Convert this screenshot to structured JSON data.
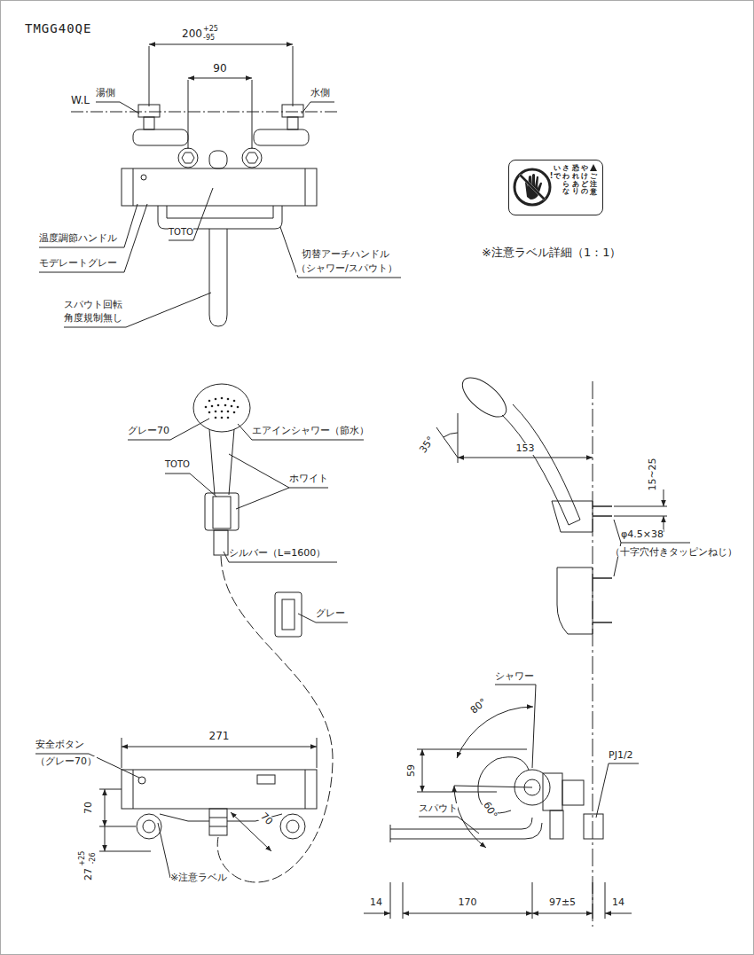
{
  "diagram": {
    "title": "TMGG40QE",
    "nodes": [
      {
        "text": [
          "ご注意",
          "やけどの恐れありさわらないで!"
        ]
      }
    ],
    "labels": [
      "200",
      "+25",
      "-95",
      "90",
      "湯側",
      "水側",
      "W.L",
      "TOTO",
      "温度調節ハンドル",
      "モデレートグレー",
      "スパウト回転",
      "角度規制無し",
      "切替アーチハンドル",
      "（シャワー/スパウト）",
      "※注意ラベル詳細（1：1）",
      "グレー70",
      "エアインシャワー（節水）",
      "TOTO",
      "ホワイト",
      "シルバー（L=1600）",
      "グレー",
      "35°",
      "153",
      "15~25",
      "φ4.5×38",
      "（十字穴付きタッピンねじ）",
      "安全ボタン",
      "（グレー70）",
      "271",
      "70",
      "27",
      "+25",
      "-26",
      "※注意ラベル",
      "70",
      "シャワー",
      "80°",
      "59",
      "60°",
      "スパウト",
      "PJ1/2",
      "14",
      "170",
      "97±5",
      "14"
    ]
  }
}
